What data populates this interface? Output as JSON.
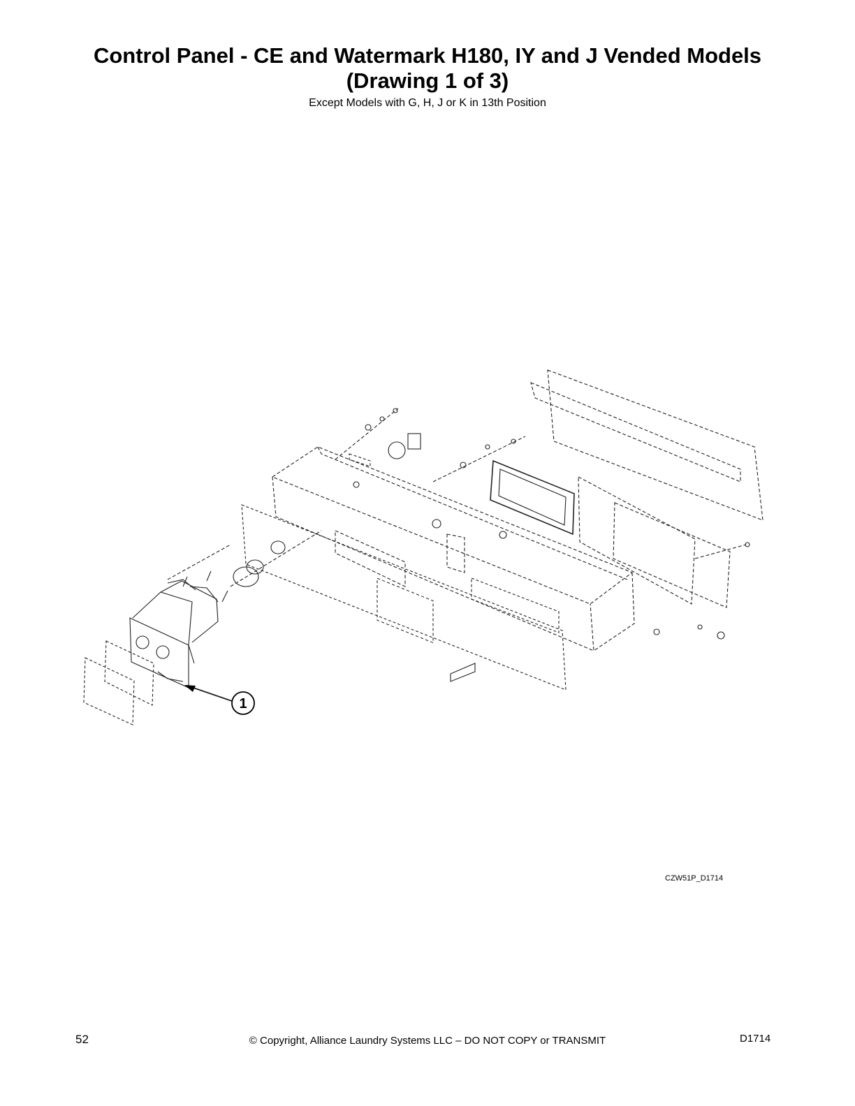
{
  "header": {
    "title_line1": "Control Panel - CE and Watermark H180, IY and J Vended Models",
    "title_line2": "(Drawing 1 of 3)",
    "subtitle": "Except Models with G, H, J or K in 13th Position"
  },
  "drawing": {
    "callouts": [
      {
        "label": "1"
      }
    ],
    "drawing_code": "CZW51P_D1714"
  },
  "footer": {
    "page_number": "52",
    "copyright": "© Copyright, Alliance Laundry Systems LLC – DO NOT COPY or TRANSMIT",
    "doc_code": "D1714"
  }
}
